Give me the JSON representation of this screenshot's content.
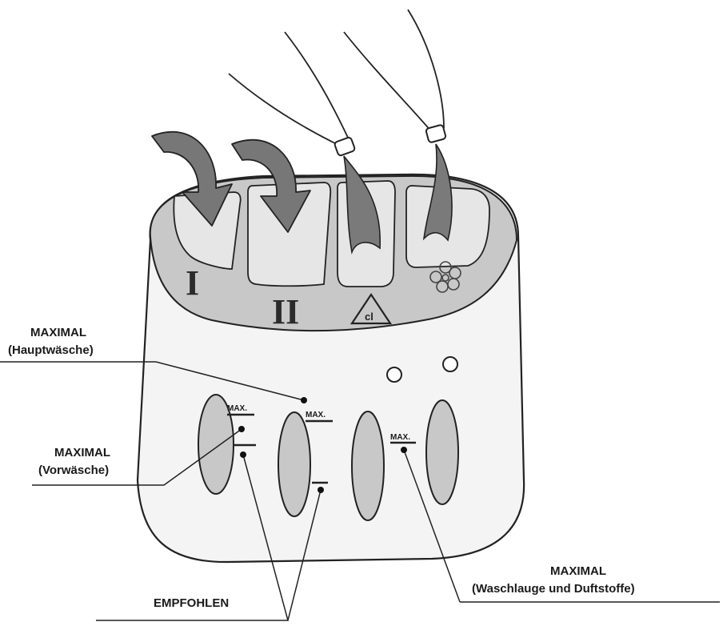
{
  "compartments": {
    "one": "I",
    "two": "II",
    "three": "cl"
  },
  "labels": {
    "max_main_1": "MAXIMAL",
    "max_main_2": "(Hauptwäsche)",
    "max_pre_1": "MAXIMAL",
    "max_pre_2": "(Vorwäsche)",
    "recommended": "EMPFOHLEN",
    "max_liquid_1": "MAXIMAL",
    "max_liquid_2": "(Waschlauge und Duftstoffe)"
  },
  "marks": {
    "max_a": "MAX.",
    "max_b": "MAX.",
    "max_c": "MAX."
  },
  "icons": {
    "compartment_three": "chlorine-triangle-icon",
    "compartment_four": "flower-icon",
    "indicator": "circle-indicator-icon"
  },
  "colors": {
    "drawer_fill": "#f4f4f4",
    "tray_fill": "#c8c8c8",
    "arrow_fill": "#777777",
    "outline": "#222222"
  }
}
